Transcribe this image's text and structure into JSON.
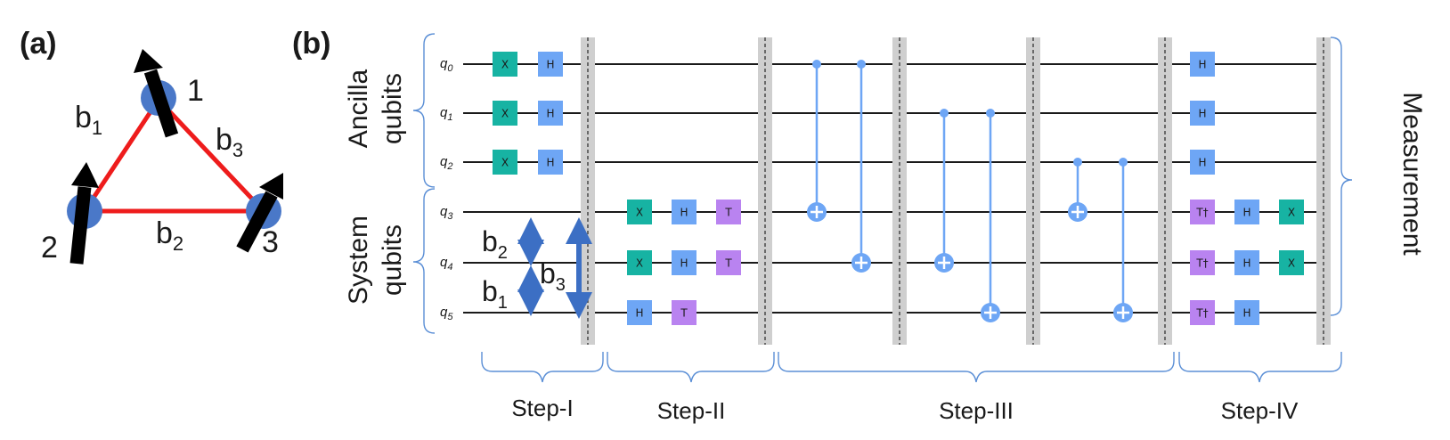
{
  "panel_a": {
    "label": "(a)",
    "nodes": [
      {
        "id": "1",
        "label": "1"
      },
      {
        "id": "2",
        "label": "2"
      },
      {
        "id": "3",
        "label": "3"
      }
    ],
    "bonds": [
      {
        "name": "b",
        "sub": "1"
      },
      {
        "name": "b",
        "sub": "2"
      },
      {
        "name": "b",
        "sub": "3"
      }
    ]
  },
  "panel_b": {
    "label": "(b)",
    "group_labels": {
      "ancilla_line1": "Ancilla",
      "ancilla_line2": "qubits",
      "system_line1": "System",
      "system_line2": "qubits",
      "measurement": "Measurement"
    },
    "qubits": [
      {
        "name": "q",
        "sub": "0"
      },
      {
        "name": "q",
        "sub": "1"
      },
      {
        "name": "q",
        "sub": "2"
      },
      {
        "name": "q",
        "sub": "3"
      },
      {
        "name": "q",
        "sub": "4"
      },
      {
        "name": "q",
        "sub": "5"
      }
    ],
    "couplings": [
      {
        "name": "b",
        "sub": "2"
      },
      {
        "name": "b",
        "sub": "1"
      },
      {
        "name": "b",
        "sub": "3"
      }
    ],
    "steps": [
      "Step-I",
      "Step-II",
      "Step-III",
      "Step-IV"
    ],
    "gate_colors": {
      "X": "#17b3a3",
      "H": "#6ea6f5",
      "T": "#b983f0"
    },
    "gates": [
      {
        "q": 0,
        "col": 0,
        "label": "X",
        "kind": "X"
      },
      {
        "q": 0,
        "col": 1,
        "label": "H",
        "kind": "H"
      },
      {
        "q": 1,
        "col": 0,
        "label": "X",
        "kind": "X"
      },
      {
        "q": 1,
        "col": 1,
        "label": "H",
        "kind": "H"
      },
      {
        "q": 2,
        "col": 0,
        "label": "X",
        "kind": "X"
      },
      {
        "q": 2,
        "col": 1,
        "label": "H",
        "kind": "H"
      },
      {
        "q": 3,
        "col": 2,
        "label": "X",
        "kind": "X"
      },
      {
        "q": 3,
        "col": 3,
        "label": "H",
        "kind": "H"
      },
      {
        "q": 3,
        "col": 4,
        "label": "T",
        "kind": "T"
      },
      {
        "q": 4,
        "col": 2,
        "label": "X",
        "kind": "X"
      },
      {
        "q": 4,
        "col": 3,
        "label": "H",
        "kind": "H"
      },
      {
        "q": 4,
        "col": 4,
        "label": "T",
        "kind": "T"
      },
      {
        "q": 5,
        "col": 2,
        "label": "H",
        "kind": "H"
      },
      {
        "q": 5,
        "col": 3,
        "label": "T",
        "kind": "T"
      },
      {
        "q": 0,
        "col": 5,
        "label": "H",
        "kind": "H"
      },
      {
        "q": 1,
        "col": 5,
        "label": "H",
        "kind": "H"
      },
      {
        "q": 2,
        "col": 5,
        "label": "H",
        "kind": "H"
      },
      {
        "q": 3,
        "col": 5,
        "label": "T†",
        "kind": "T"
      },
      {
        "q": 3,
        "col": 6,
        "label": "H",
        "kind": "H"
      },
      {
        "q": 3,
        "col": 7,
        "label": "X",
        "kind": "X"
      },
      {
        "q": 4,
        "col": 5,
        "label": "T†",
        "kind": "T"
      },
      {
        "q": 4,
        "col": 6,
        "label": "H",
        "kind": "H"
      },
      {
        "q": 4,
        "col": 7,
        "label": "X",
        "kind": "X"
      },
      {
        "q": 5,
        "col": 5,
        "label": "T†",
        "kind": "T"
      },
      {
        "q": 5,
        "col": 6,
        "label": "H",
        "kind": "H"
      }
    ],
    "cnots": [
      {
        "control": 0,
        "target": 3
      },
      {
        "control": 0,
        "target": 4
      },
      {
        "control": 1,
        "target": 4
      },
      {
        "control": 1,
        "target": 5
      },
      {
        "control": 2,
        "target": 3
      },
      {
        "control": 2,
        "target": 5
      }
    ]
  }
}
